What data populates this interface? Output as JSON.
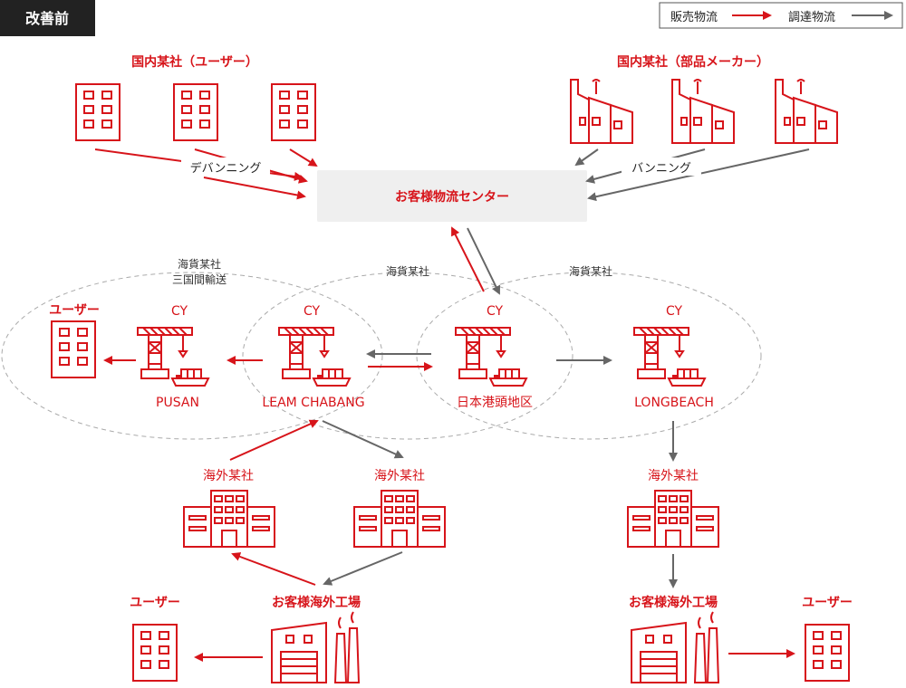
{
  "badge": "改善前",
  "legend": {
    "sales_label": "販売物流",
    "procurement_label": "調達物流",
    "sales_color": "#d7141a",
    "procurement_color": "#666666"
  },
  "domestic_users_label": "国内某社（ユーザー）",
  "domestic_parts_label": "国内某社（部品メーカー）",
  "devanning_label": "デバンニング",
  "vanning_label": "バンニング",
  "center_label": "お客様物流センター",
  "carrier_left": [
    "海貨某社",
    "三国間輸送"
  ],
  "carrier_mid": "海貨某社",
  "carrier_right": "海貨某社",
  "cy_label": "CY",
  "ports": [
    "PUSAN",
    "LEAM CHABANG",
    "日本港頭地区",
    "LONGBEACH"
  ],
  "user_label": "ユーザー",
  "overseas_company_label": "海外某社",
  "overseas_factory_label": "お客様海外工場",
  "icons": [
    "office-building-icon",
    "factory-icon",
    "port-crane-icon",
    "container-ship-icon",
    "corporate-building-icon"
  ]
}
